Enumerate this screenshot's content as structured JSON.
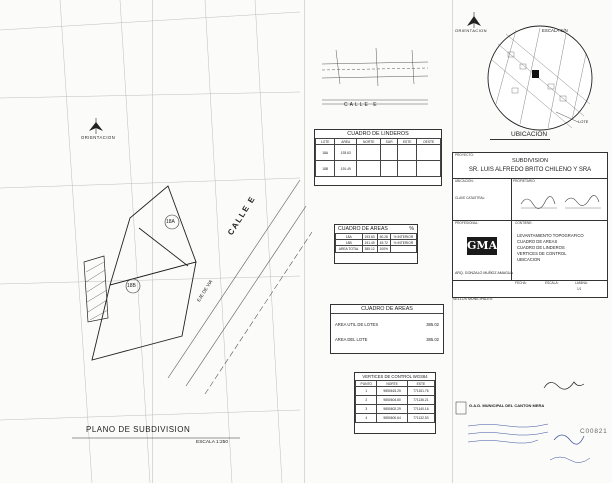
{
  "plan": {
    "title": "PLANO DE SUBDIVISION",
    "scale": "ESCALA 1:250",
    "orientation_label": "ORIENTACION",
    "street_label": "CALLE E",
    "axis_label": "EJE DE VIA",
    "lot_a": "18A",
    "lot_b": "18B"
  },
  "strip": {
    "street_label": "CALLE E"
  },
  "linderos": {
    "title": "CUADRO DE LINDEROS",
    "headers": [
      "LOTE",
      "AREA",
      "NORTE",
      "SUR",
      "ESTE",
      "OESTE"
    ],
    "rows": [
      [
        "18A",
        "193.63",
        "",
        "",
        "",
        ""
      ],
      [
        "18B",
        "191.49",
        "",
        "",
        "",
        ""
      ]
    ]
  },
  "areas": {
    "title": "CUADRO DE AREAS",
    "pct": "%",
    "rows": [
      [
        "18A",
        "193.63",
        "50.28",
        "% INTERIOR"
      ],
      [
        "18B",
        "191.49",
        "49.72",
        "% INTERIOR"
      ],
      [
        "AREA TOTAL",
        "385.12",
        "100%",
        ""
      ]
    ]
  },
  "areas_summary": {
    "title": "CUADRO DE AREAS",
    "rows": [
      [
        "AREA UTIL DE LOTES",
        "385.02"
      ],
      [
        "AREA DEL LOTE",
        "385.02"
      ]
    ]
  },
  "vertices": {
    "title": "VERTICES DE CONTROL  WGS84",
    "headers": [
      "PUNTO",
      "NORTE",
      "ESTE"
    ],
    "rows": [
      [
        "1",
        "9850615.25",
        "771151.76"
      ],
      [
        "2",
        "9850604.80",
        "771136.21"
      ],
      [
        "3",
        "9850602.29",
        "771140.16"
      ],
      [
        "4",
        "9850600.64",
        "771132.53"
      ]
    ]
  },
  "location": {
    "orientation_label": "ORIENTACION",
    "scale": "ESCALA S/N",
    "title": "UBICACION",
    "label_lote": "LOTE"
  },
  "titleblock": {
    "project_label": "PROYECTO:",
    "project_title": "SUBDIVISION",
    "owner": "SR. LUIS ALFREDO BRITO CHILENO Y SRA",
    "ubicacion_label": "UBICACION:",
    "propietario_label": "PROPIETARIO:",
    "clave_label": "CLAVE CATASTRAL:",
    "profesional_label": "PROFESIONAL:",
    "contiene_label": "CONTIENE:",
    "contents": [
      "LEVANTAMIENTO TOPOGRAFICO",
      "CUADRO DE AREAS",
      "CUADRO DE LINDEROS",
      "VERTICES DE CONTROL",
      "UBICACION"
    ],
    "architect": "ARQ. GONZALO MUÑOZ AMAGUA",
    "fecha_label": "FECHA:",
    "escala_label": "ESCALA:",
    "lamina_label": "LAMINA:",
    "lamina_value": "1/1",
    "sellos_label": "SELLOS MUNICIPALES:",
    "muni_name": "G.A.D. MUNICIPAL DEL CANTON MERA",
    "stamp_code": "C00821"
  }
}
